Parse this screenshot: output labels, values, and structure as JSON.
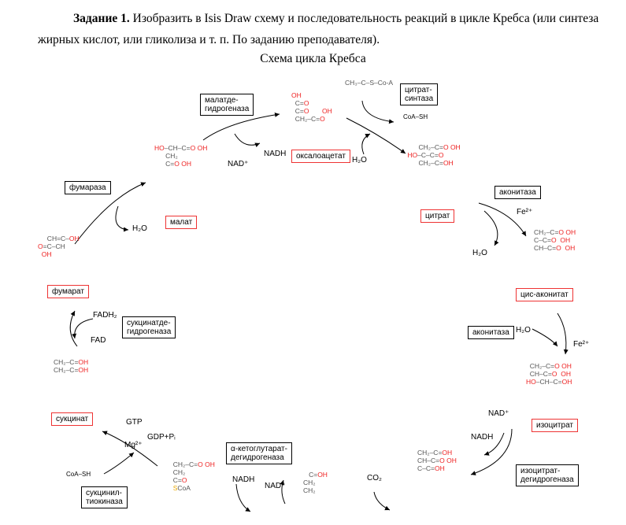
{
  "task": {
    "heading": "Задание 1.",
    "text": " Изобразить в Isis Draw схему и последовательность реакций в цикле Кребса (или синтеза жирных кислот, или гликолиза и т. п. По заданию преподавателя)."
  },
  "scheme_title": "Схема цикла Кребса",
  "metabolites": {
    "oxaloacetate": "оксалоацетат",
    "citrate": "цитрат",
    "cis_aconitate": "цис-аконитат",
    "isocitrate": "изоцитрат",
    "succinate": "сукцинат",
    "fumarate": "фумарат",
    "malate": "малат"
  },
  "enzymes": {
    "malate_dh": "малатде-\nгидрогеназа",
    "citrate_synthase": "цитрат-\nсинтаза",
    "fumarase": "фумараза",
    "aconitase_1": "аконитаза",
    "aconitase_2": "аконитаза",
    "succinate_dh": "сукцинатде-\nгидрогеназа",
    "isocitrate_dh": "изоцитрат-\nдегидрогеназа",
    "akg_dh": "α-кетоглутарат-\nдегидрогеназа",
    "succinyl_thiokinase": "сукцинил-\nтиокиназа"
  },
  "cofactors": {
    "nad_1": "NAD⁺",
    "nadh_1": "NADH",
    "h2o_1": "H₂O",
    "h2o_2": "H₂O",
    "h2o_3": "H₂O",
    "h2o_4": "H₂O",
    "fe_1": "Fe²⁺",
    "fe_2": "Fe²⁺",
    "fadh2": "FADH₂",
    "fad": "FAD",
    "nad_2": "NAD⁺",
    "nadh_2": "NADH",
    "co2": "CO₂",
    "nadh_3": "NADH",
    "nad_3": "NAD⁺",
    "gtp": "GTP",
    "gdp": "GDP+Pᵢ",
    "mg": "Mg²⁺",
    "coash_1": "CoA–SH",
    "coash_2": "CoA–SH",
    "acetyl_coa": "CH₃–C–S–Co-A"
  }
}
